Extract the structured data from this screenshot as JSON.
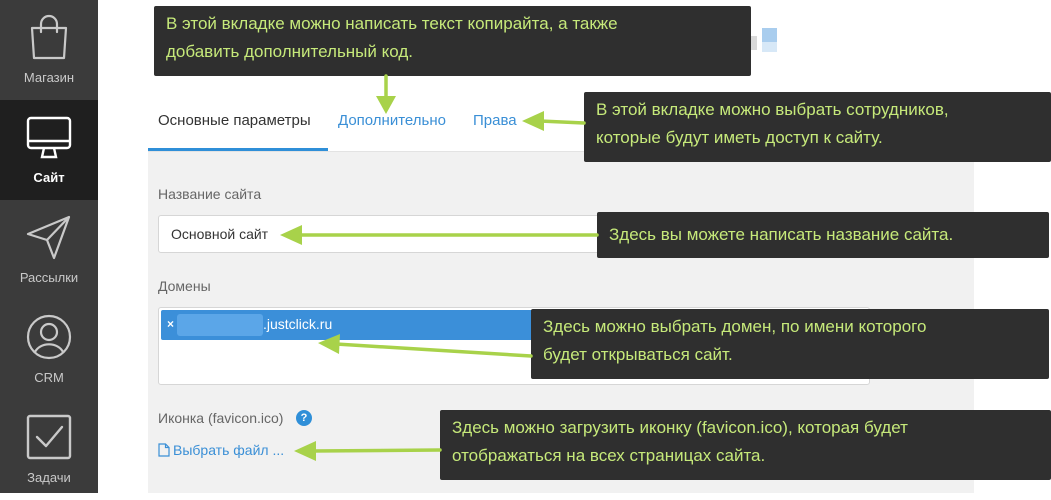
{
  "sidebar": {
    "items": [
      {
        "label": "Магазин",
        "icon": "shopping-bag-icon"
      },
      {
        "label": "Сайт",
        "icon": "monitor-icon",
        "active": true
      },
      {
        "label": "Рассылки",
        "icon": "paper-plane-icon"
      },
      {
        "label": "CRM",
        "icon": "user-circle-icon"
      },
      {
        "label": "Задачи",
        "icon": "checkbox-icon"
      }
    ]
  },
  "tabs": [
    {
      "label": "Основные параметры",
      "active": true
    },
    {
      "label": "Дополнительно"
    },
    {
      "label": "Права"
    }
  ],
  "form": {
    "site_name_label": "Название сайта",
    "site_name_value": "Основной сайт",
    "domains_label": "Домены",
    "domain_remove": "×",
    "domain_value": ".justclick.ru",
    "favicon_label": "Иконка (favicon.ico)",
    "help": "?",
    "choose_file": "Выбрать файл ..."
  },
  "callouts": {
    "more_tab": [
      "В этой вкладке можно написать текст копирайта, а также",
      "добавить дополнительный  код."
    ],
    "rights_tab": [
      "В этой вкладке можно выбрать сотрудников,",
      "которые будут иметь доступ к сайту."
    ],
    "site_name": "Здесь вы можете написать название сайта.",
    "domain": [
      "Здесь можно выбрать домен, по имени которого",
      "будет открываться сайт."
    ],
    "favicon": [
      "Здесь можно загрузить иконку (favicon.ico), которая будет",
      "отображаться на всех страницах сайта."
    ]
  },
  "colors": {
    "sidebar_bg": "#3b3b3b",
    "sidebar_active_bg": "#1f1f1f",
    "accent_blue": "#2f8fd8",
    "callout_bg": "#2f2f2f",
    "callout_text": "#c6e97a",
    "arrow_green": "#a8d24a"
  }
}
